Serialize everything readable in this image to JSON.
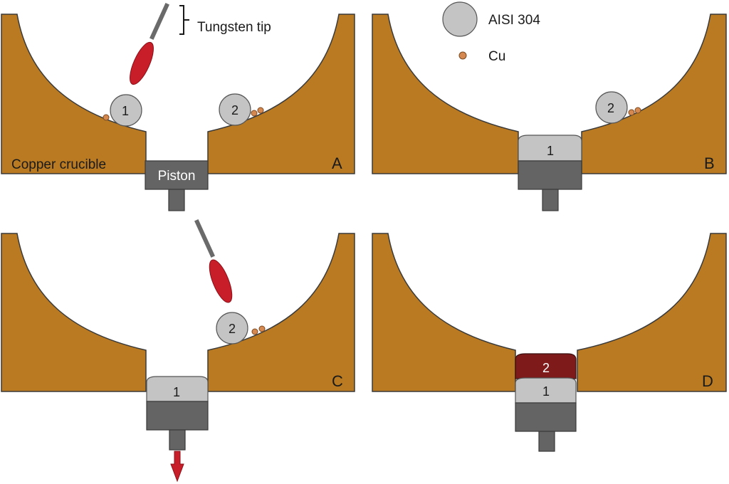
{
  "legend": {
    "tungsten_tip": "Tungsten tip",
    "aisi": "AISI 304",
    "cu": "Cu"
  },
  "labels": {
    "copper_crucible": "Copper crucible",
    "piston": "Piston"
  },
  "panels": {
    "a": "A",
    "b": "B",
    "c": "C",
    "d": "D"
  },
  "balls": {
    "one": "1",
    "two": "2"
  },
  "colors": {
    "crucible": "#b97a22",
    "piston": "#646464",
    "steel": "#c4c4c4",
    "copper_particle": "#d5884f",
    "arc": "#c81e2a",
    "alloy_ingot": "#7e1a1a"
  }
}
